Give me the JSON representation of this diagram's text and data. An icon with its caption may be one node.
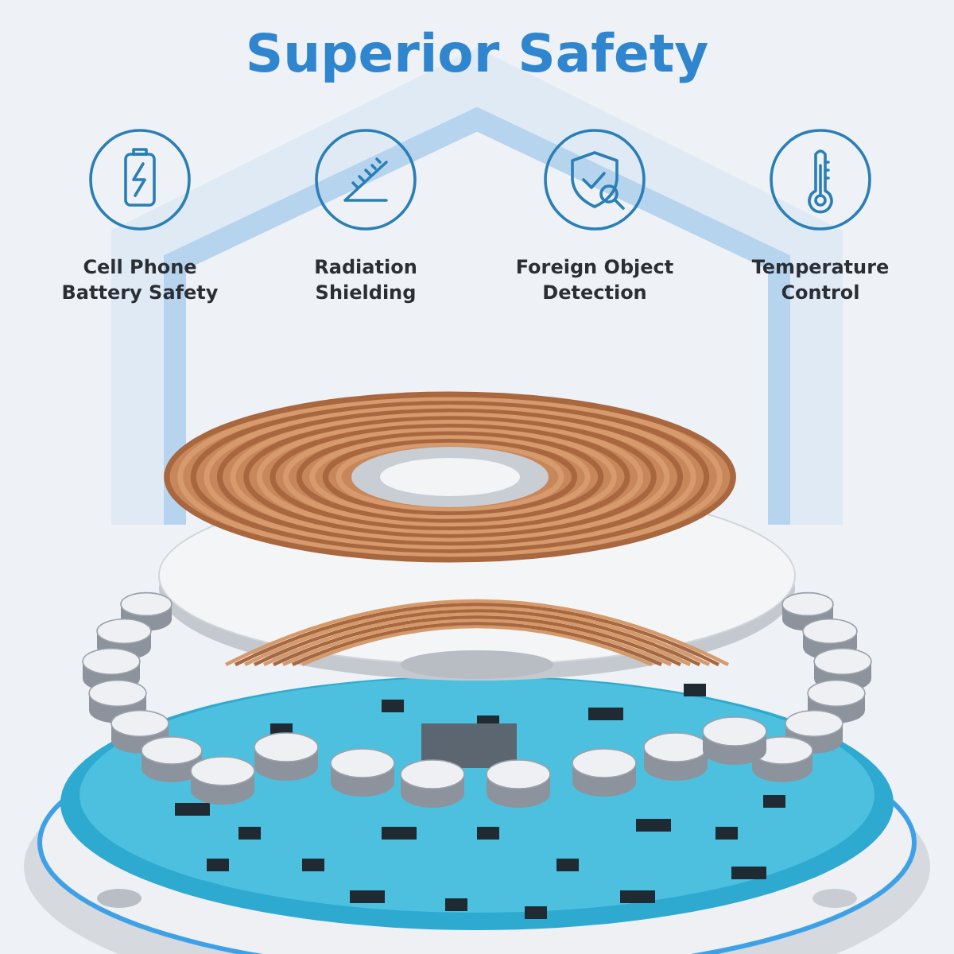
{
  "diagram": {
    "title": "Superior Safety",
    "labels": [
      "Cell Phone Battery Safety",
      "Radiation Shielding",
      "Foreign Object Detection",
      "Temperature Control"
    ]
  }
}
